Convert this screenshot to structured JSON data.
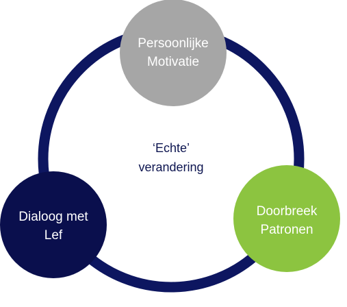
{
  "diagram": {
    "center": {
      "lines": [
        "‘Echte’",
        "verandering"
      ],
      "color": "#0d1550"
    },
    "ring": {
      "color": "#0d1660"
    },
    "nodes": [
      {
        "id": "persoonlijke-motivatie",
        "lines": [
          "Persoonlijke",
          "Motivatie"
        ],
        "fill": "#a6a6a6"
      },
      {
        "id": "doorbreek-patronen",
        "lines": [
          "Doorbreek",
          "Patronen"
        ],
        "fill": "#8cc440"
      },
      {
        "id": "dialoog-met-lef",
        "lines": [
          "Dialoog met",
          "Lef"
        ],
        "fill": "#0a0f4d"
      }
    ]
  }
}
